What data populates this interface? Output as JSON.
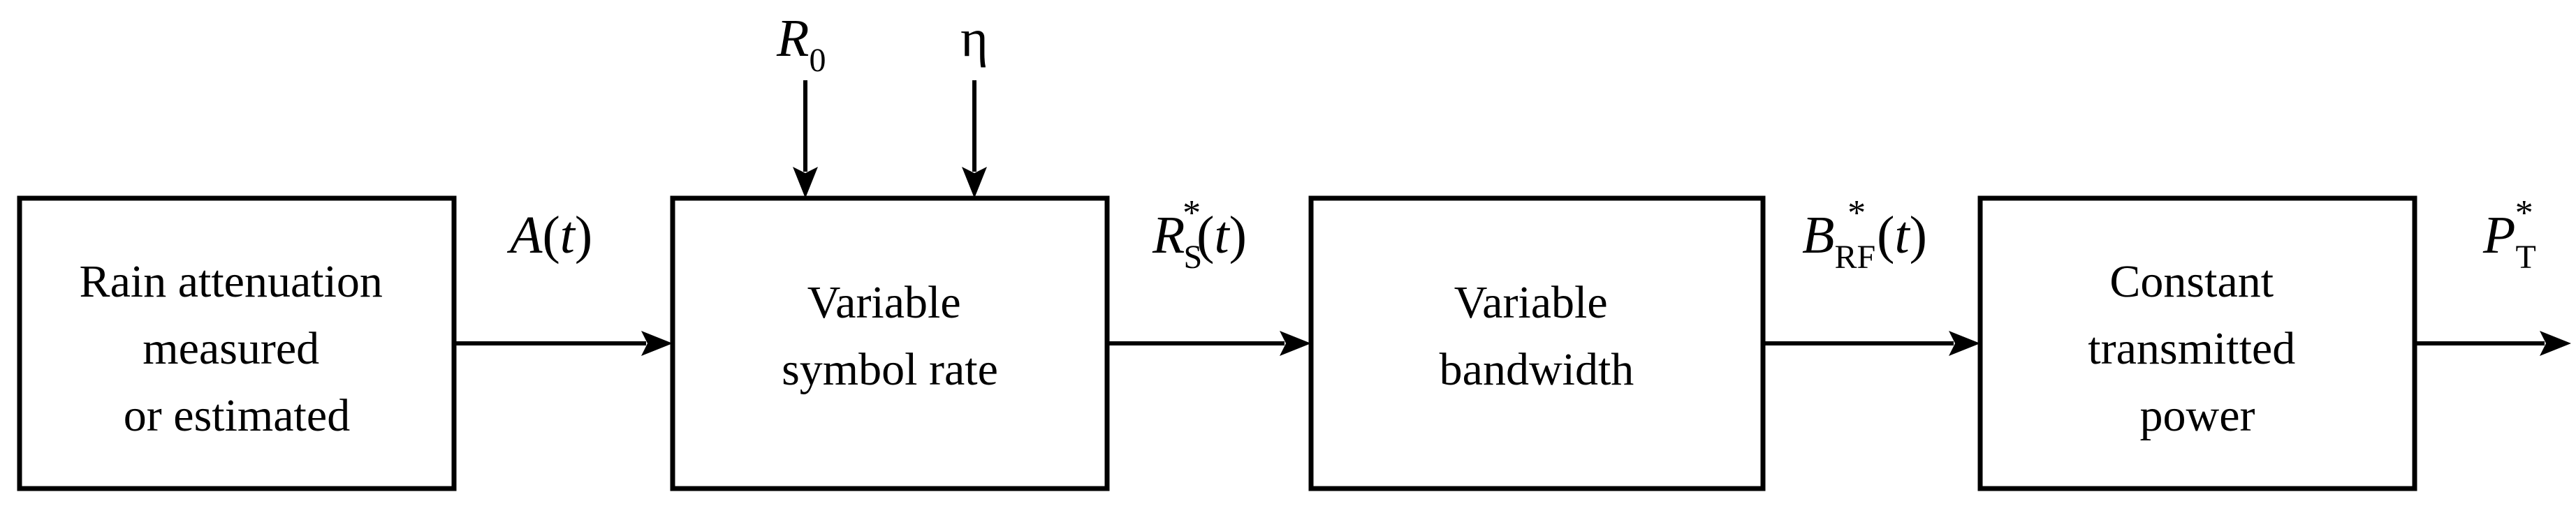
{
  "blocks": [
    {
      "lines": [
        "Rain attenuation",
        "measured",
        "or estimated"
      ]
    },
    {
      "lines": [
        "Variable",
        "symbol rate"
      ]
    },
    {
      "lines": [
        "Variable",
        "bandwidth"
      ]
    },
    {
      "lines": [
        "Constant",
        "transmitted",
        "power"
      ]
    }
  ],
  "signals": {
    "attenuation": {
      "main": "A",
      "open": "(",
      "arg": "t",
      "close": ")"
    },
    "symbol_rate": {
      "main": "R",
      "sub": "S",
      "sup": "*",
      "open": "(",
      "arg": "t",
      "close": ")"
    },
    "bandwidth": {
      "main": "B",
      "sub": "RF",
      "sup": "*",
      "open": "(",
      "arg": "t",
      "close": ")"
    },
    "power": {
      "main": "P",
      "sub": "T",
      "sup": "*"
    }
  },
  "inputs": {
    "r0": {
      "main": "R",
      "sub": "0"
    },
    "eta": {
      "main": "η"
    }
  }
}
